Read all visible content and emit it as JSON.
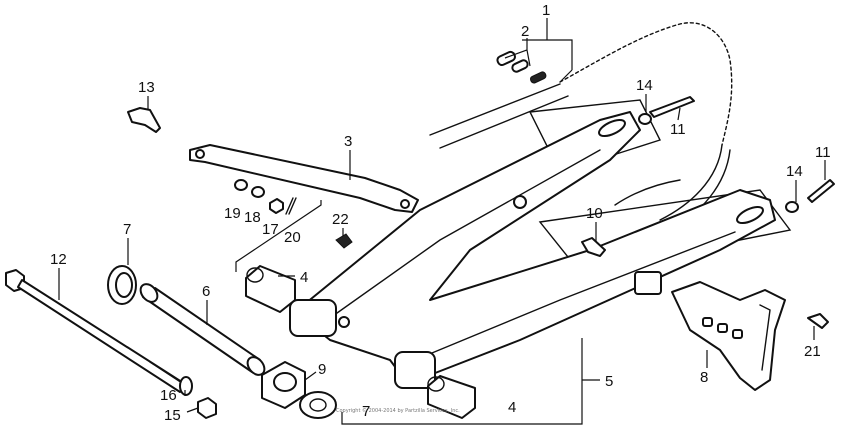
{
  "labels": {
    "n1": "1",
    "n2": "2",
    "n3": "3",
    "n4a": "4",
    "n4b": "4",
    "n5": "5",
    "n6": "6",
    "n7a": "7",
    "n7b": "7",
    "n8": "8",
    "n9": "9",
    "n10": "10",
    "n11a": "11",
    "n11b": "11",
    "n12": "12",
    "n13": "13",
    "n14a": "14",
    "n14b": "14",
    "n15": "15",
    "n16": "16",
    "n17": "17",
    "n18": "18",
    "n19": "19",
    "n20": "20",
    "n21": "21",
    "n22": "22"
  },
  "copyright": "Copyright © 2004-2014 by Partzilla Services, Inc.",
  "colors": {
    "ink": "#111111",
    "paper": "#ffffff"
  }
}
